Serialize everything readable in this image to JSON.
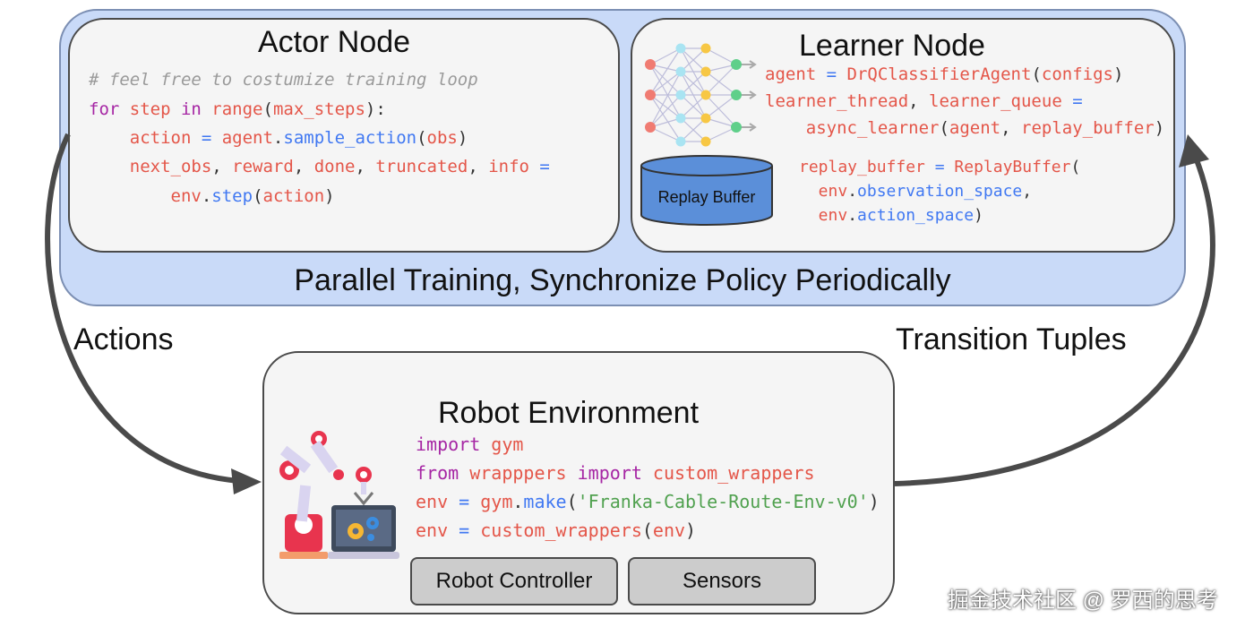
{
  "actor": {
    "title": "Actor Node",
    "code": [
      [
        {
          "t": "# feel free to costumize training loop",
          "c": "comment"
        }
      ],
      [
        {
          "t": "for",
          "c": "kw"
        },
        {
          "t": " step ",
          "c": "var"
        },
        {
          "t": "in",
          "c": "kw"
        },
        {
          "t": " range",
          "c": "var"
        },
        {
          "t": "(",
          "c": "plain"
        },
        {
          "t": "max_steps",
          "c": "var"
        },
        {
          "t": "):",
          "c": "plain"
        }
      ],
      [
        {
          "t": "    action",
          "c": "var"
        },
        {
          "t": " = ",
          "c": "fn"
        },
        {
          "t": "agent",
          "c": "var"
        },
        {
          "t": ".",
          "c": "plain"
        },
        {
          "t": "sample_action",
          "c": "fn"
        },
        {
          "t": "(",
          "c": "plain"
        },
        {
          "t": "obs",
          "c": "var"
        },
        {
          "t": ")",
          "c": "plain"
        }
      ],
      [
        {
          "t": "    next_obs",
          "c": "var"
        },
        {
          "t": ", ",
          "c": "plain"
        },
        {
          "t": "reward",
          "c": "var"
        },
        {
          "t": ", ",
          "c": "plain"
        },
        {
          "t": "done",
          "c": "var"
        },
        {
          "t": ", ",
          "c": "plain"
        },
        {
          "t": "truncated",
          "c": "var"
        },
        {
          "t": ", ",
          "c": "plain"
        },
        {
          "t": "info",
          "c": "var"
        },
        {
          "t": " =",
          "c": "fn"
        }
      ],
      [
        {
          "t": "        env",
          "c": "var"
        },
        {
          "t": ".",
          "c": "plain"
        },
        {
          "t": "step",
          "c": "fn"
        },
        {
          "t": "(",
          "c": "plain"
        },
        {
          "t": "action",
          "c": "var"
        },
        {
          "t": ")",
          "c": "plain"
        }
      ]
    ]
  },
  "learner": {
    "title": "Learner Node",
    "replay_label": "Replay Buffer",
    "code_top": [
      [
        {
          "t": "agent",
          "c": "var"
        },
        {
          "t": " = ",
          "c": "fn"
        },
        {
          "t": "DrQClassifierAgent",
          "c": "var"
        },
        {
          "t": "(",
          "c": "plain"
        },
        {
          "t": "configs",
          "c": "var"
        },
        {
          "t": ")",
          "c": "plain"
        }
      ],
      [
        {
          "t": "learner_thread",
          "c": "var"
        },
        {
          "t": ", ",
          "c": "plain"
        },
        {
          "t": "learner_queue",
          "c": "var"
        },
        {
          "t": " =",
          "c": "fn"
        }
      ],
      [
        {
          "t": "    async_learner",
          "c": "var"
        },
        {
          "t": "(",
          "c": "plain"
        },
        {
          "t": "agent",
          "c": "var"
        },
        {
          "t": ", ",
          "c": "plain"
        },
        {
          "t": "replay_buffer",
          "c": "var"
        },
        {
          "t": ")",
          "c": "plain"
        }
      ]
    ],
    "code_bottom": [
      [
        {
          "t": "replay_buffer",
          "c": "var"
        },
        {
          "t": " = ",
          "c": "fn"
        },
        {
          "t": "ReplayBuffer",
          "c": "var"
        },
        {
          "t": "(",
          "c": "plain"
        }
      ],
      [
        {
          "t": "  env",
          "c": "var"
        },
        {
          "t": ".",
          "c": "plain"
        },
        {
          "t": "observation_space",
          "c": "fn"
        },
        {
          "t": ",",
          "c": "plain"
        }
      ],
      [
        {
          "t": "  env",
          "c": "var"
        },
        {
          "t": ".",
          "c": "plain"
        },
        {
          "t": "action_space",
          "c": "fn"
        },
        {
          "t": ")",
          "c": "plain"
        }
      ]
    ]
  },
  "parallel_label": "Parallel Training, Synchronize Policy Periodically",
  "actions_label": "Actions",
  "transitions_label": "Transition Tuples",
  "robot": {
    "title": "Robot Environment",
    "code": [
      [
        {
          "t": "import",
          "c": "kw"
        },
        {
          "t": " gym",
          "c": "var"
        }
      ],
      [
        {
          "t": "from",
          "c": "kw"
        },
        {
          "t": " wrapppers ",
          "c": "var"
        },
        {
          "t": "import",
          "c": "kw"
        },
        {
          "t": " custom_wrappers",
          "c": "var"
        }
      ],
      [
        {
          "t": "env",
          "c": "var"
        },
        {
          "t": " = ",
          "c": "fn"
        },
        {
          "t": "gym",
          "c": "var"
        },
        {
          "t": ".",
          "c": "plain"
        },
        {
          "t": "make",
          "c": "fn"
        },
        {
          "t": "(",
          "c": "plain"
        },
        {
          "t": "'Franka-Cable-Route-Env-v0'",
          "c": "str"
        },
        {
          "t": ")",
          "c": "plain"
        }
      ],
      [
        {
          "t": "env",
          "c": "var"
        },
        {
          "t": " = ",
          "c": "fn"
        },
        {
          "t": "custom_wrappers",
          "c": "var"
        },
        {
          "t": "(",
          "c": "plain"
        },
        {
          "t": "env",
          "c": "var"
        },
        {
          "t": ")",
          "c": "plain"
        }
      ]
    ],
    "controller_label": "Robot Controller",
    "sensors_label": "Sensors"
  },
  "watermark": "掘金技术社区 @ 罗西的思考",
  "colors": {
    "panel_blue": "#c9daf8",
    "box_fill": "#f5f5f5",
    "replay_blue": "#5b8fd9",
    "arrow": "#4a4a4a"
  },
  "icons": [
    "neural-network-icon",
    "replay-buffer-cylinder",
    "robot-arm-icon",
    "laptop-gears-icon"
  ]
}
